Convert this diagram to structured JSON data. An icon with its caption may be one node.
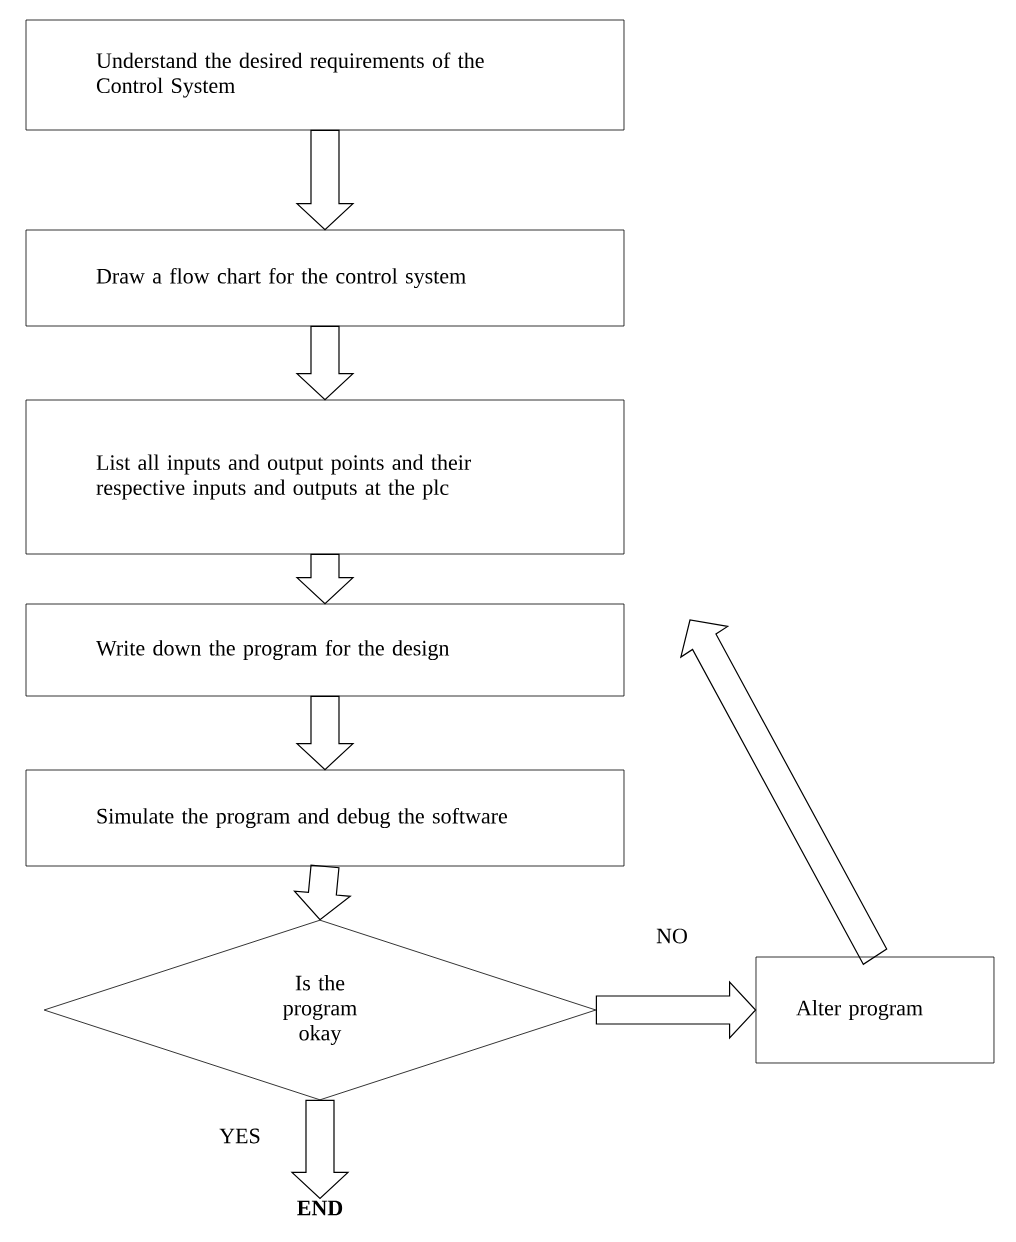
{
  "diagram": {
    "nodes": [
      {
        "text": [
          "Understand the desired requirements of the Control System"
        ]
      },
      {
        "text": [
          "Draw a flow chart for the control system"
        ]
      },
      {
        "text": [
          "List all inputs and output points and their respective inputs and outputs at the plc"
        ]
      },
      {
        "text": [
          "Write down the program for the design"
        ]
      },
      {
        "text": [
          "Simulate the program and debug the software"
        ]
      },
      {
        "text": [
          "Is the program okay"
        ]
      },
      {
        "text": [
          "Alter program"
        ]
      },
      {
        "text": [
          "END"
        ]
      }
    ],
    "edges": [
      {
        "from": 0,
        "to": 1,
        "arrow": "to"
      },
      {
        "from": 1,
        "to": 2,
        "arrow": "to"
      },
      {
        "from": 2,
        "to": 3,
        "arrow": "to"
      },
      {
        "from": 3,
        "to": 4,
        "arrow": "to"
      },
      {
        "from": 4,
        "to": 5,
        "arrow": "to"
      },
      {
        "from": 5,
        "to": 6,
        "arrow": "to",
        "label": "NO"
      },
      {
        "from": 5,
        "to": 7,
        "arrow": "to",
        "label": "YES"
      },
      {
        "from": 6,
        "to": null,
        "arrow": "to"
      }
    ]
  }
}
